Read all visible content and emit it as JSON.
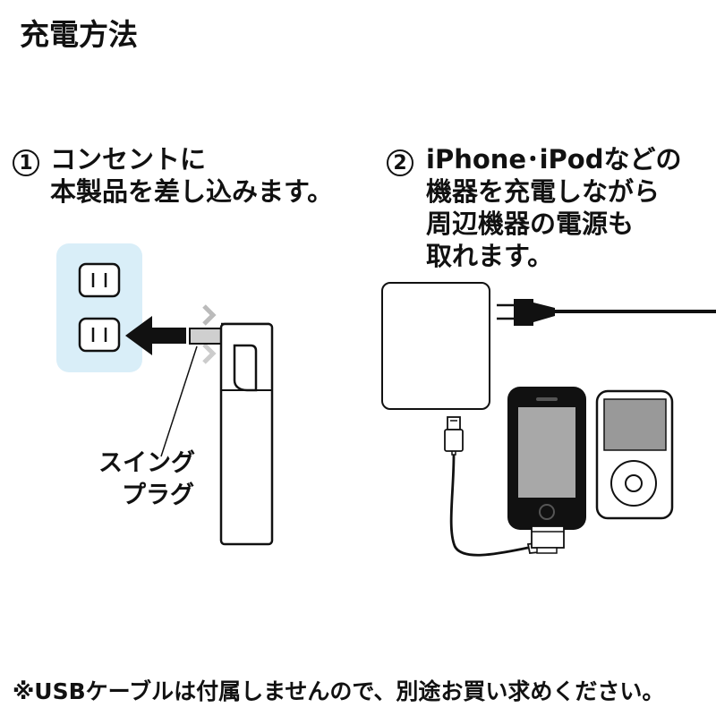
{
  "title": "充電方法",
  "step1": {
    "number": "1",
    "lines": [
      "コンセントに",
      "本製品を差し込みます。"
    ]
  },
  "step2": {
    "number": "2",
    "lines": [
      "iPhone･iPodなどの",
      "機器を充電しながら",
      "周辺機器の電源も",
      "取れます。"
    ]
  },
  "plug_label": [
    "スイング",
    "プラグ"
  ],
  "footnote": "※USBケーブルは付属しませんので、別途お買い求めください。",
  "colors": {
    "outlet_fill": "#d9eef8",
    "ink": "#111111",
    "screen_gray": "#9a9a9a"
  }
}
